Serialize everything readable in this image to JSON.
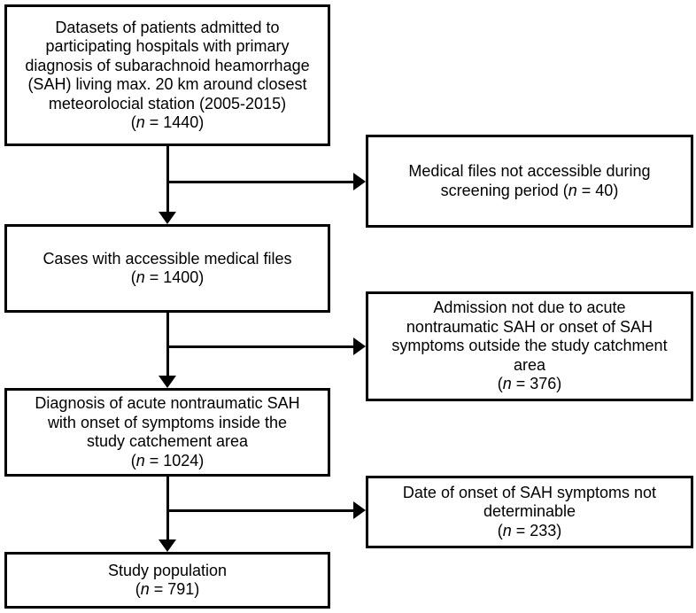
{
  "diagram": {
    "type": "patient-flowchart",
    "background_color": "#ffffff",
    "line_color": "#000000",
    "text_color": "#000000"
  },
  "boxes": {
    "datasets": {
      "text": "Datasets of patients admitted to\nparticipating hospitals with primary\ndiagnosis of subarachnoid heamorrhage\n(SAH) living max. 20 km around closest\nmeteorolocial station (2005-2015)",
      "n": {
        "open": "(",
        "symbol": "n",
        "rest": " = 1440)"
      }
    },
    "medical_files": {
      "text": "Medical files not accessible during\nscreening period",
      "n": {
        "open": " (",
        "symbol": "n",
        "rest": " = 40)"
      }
    },
    "accessible": {
      "text": "Cases with accessible medical files",
      "n": {
        "open": "(",
        "symbol": "n",
        "rest": " = 1400)"
      }
    },
    "admission": {
      "text": "Admission not due to acute\nnontraumatic SAH or onset of SAH\nsymptoms outside the study catchment\narea",
      "n": {
        "open": "(",
        "symbol": "n",
        "rest": " = 376)"
      }
    },
    "diagnosis": {
      "text": "Diagnosis of acute nontraumatic SAH\nwith onset of symptoms inside the\nstudy catchement area",
      "n": {
        "open": "(",
        "symbol": "n",
        "rest": " = 1024)"
      }
    },
    "date_onset": {
      "text": "Date of onset of SAH symptoms not\ndeterminable",
      "n": {
        "open": "(",
        "symbol": "n",
        "rest": " = 233)"
      }
    },
    "population": {
      "text": "Study population",
      "n": {
        "open": "(",
        "symbol": "n",
        "rest": " = 791)"
      }
    }
  }
}
